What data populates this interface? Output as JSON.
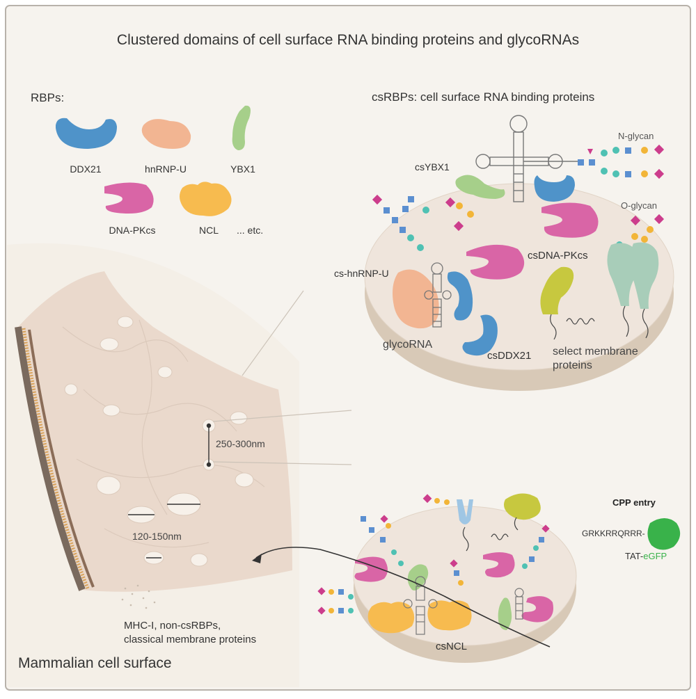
{
  "title": "Clustered domains of cell surface RNA binding proteins and glycoRNAs",
  "rbp_legend": {
    "heading": "RBPs:",
    "items": [
      {
        "name": "DDX21",
        "color": "#4f93c9"
      },
      {
        "name": "hnRNP-U",
        "color": "#f2b592"
      },
      {
        "name": "YBX1",
        "color": "#a6cf8a"
      },
      {
        "name": "DNA-PKcs",
        "color": "#d965a6"
      },
      {
        "name": "NCL",
        "color": "#f7bb4f"
      }
    ],
    "etc": "... etc."
  },
  "csrbp_panel": {
    "heading": "csRBPs: cell surface RNA binding proteins",
    "labels": {
      "n_glycan": "N-glycan",
      "o_glycan": "O-glycan",
      "cs_ybx1": "csYBX1",
      "cs_dna_pkcs": "csDNA-PKcs",
      "cs_hnrnp_u": "cs-hnRNP-U",
      "glycorna": "glycoRNA",
      "cs_ddx21": "csDDX21",
      "select_membrane_1": "select membrane",
      "select_membrane_2": "proteins"
    }
  },
  "cell_panel": {
    "dim_large": "250-300nm",
    "dim_small": "120-150nm",
    "mhc_line1": "MHC-I, non-csRBPs,",
    "mhc_line2": "classical membrane proteins",
    "caption": "Mammalian cell surface"
  },
  "cpp_panel": {
    "heading": "CPP entry",
    "peptide": "GRKKRRQRRR-",
    "tat": "TAT-",
    "egfp": "eGFP",
    "cs_ncl": "csNCL"
  },
  "colors": {
    "background": "#f6f3ee",
    "membrane_top": "#efe5dc",
    "membrane_side": "#d8c9b7",
    "glycan_blue": "#5b8fd0",
    "glycan_teal": "#4fc1b3",
    "glycan_yellow": "#f2b538",
    "glycan_magenta": "#cc3d8c",
    "egfp_green": "#39b24a",
    "membrane_green": "#c7c83f",
    "mhc_green": "#a8cdb9"
  }
}
